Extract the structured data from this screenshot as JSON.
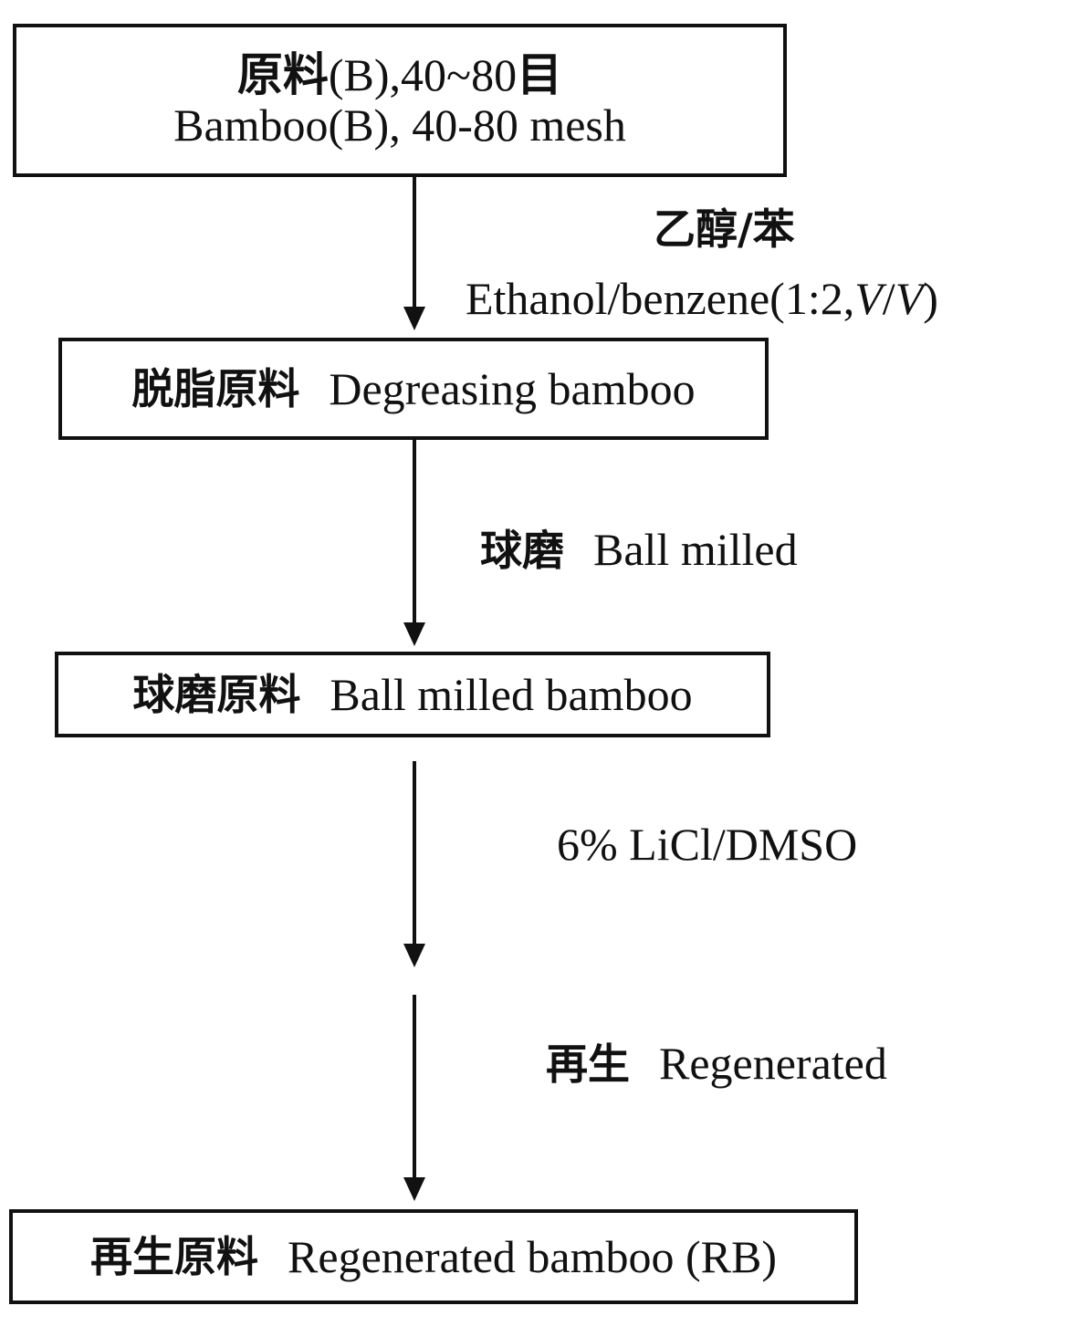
{
  "nodes": {
    "raw": {
      "zh": "原料",
      "zh_suffix": "(B),40~80",
      "zh_unit": "目",
      "en": "Bamboo(B), 40-80 mesh"
    },
    "degreased": {
      "zh": "脱脂原料",
      "en": "Degreasing bamboo"
    },
    "milled": {
      "zh": "球磨原料",
      "en": "Ball milled bamboo"
    },
    "regenerated": {
      "zh": "再生原料",
      "en": "Regenerated bamboo (RB)"
    }
  },
  "steps": {
    "extraction": {
      "zh": "乙醇/苯",
      "en": "Ethanol/benzene(1:2,",
      "en_var1": "V",
      "en_sep": "/",
      "en_var2": "V",
      "en_close": ")"
    },
    "milling": {
      "zh": "球磨",
      "en": "Ball milled"
    },
    "dissolution": {
      "en": "6% LiCl/DMSO"
    },
    "regeneration": {
      "zh": "再生",
      "en": "Regenerated"
    }
  }
}
